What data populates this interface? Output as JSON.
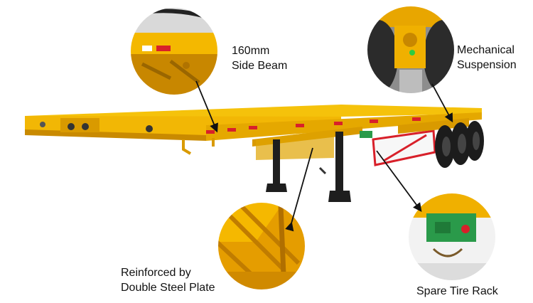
{
  "callouts": {
    "side_beam": {
      "line1": "160mm",
      "line2": "Side Beam"
    },
    "suspension": {
      "line1": "Mechanical",
      "line2": "Suspension"
    },
    "steel_plate": {
      "line1": "Reinforced by",
      "line2": "Double Steel Plate"
    },
    "tire_rack": {
      "line1": "Spare Tire Rack"
    }
  },
  "colors": {
    "trailer_yellow": "#f2b705",
    "trailer_shadow": "#c98a00",
    "reflector_red": "#d8202a",
    "tire_dark": "#1c1c1c",
    "rack_green": "#2a9a4a",
    "arrow": "#111111"
  }
}
